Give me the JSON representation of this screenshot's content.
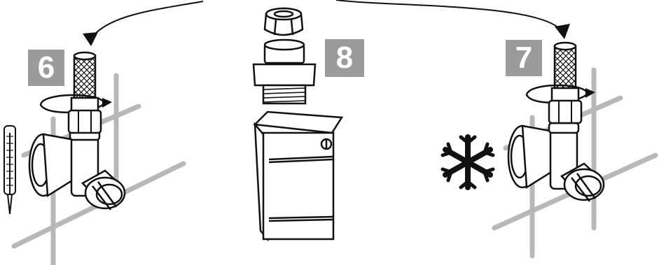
{
  "steps": [
    {
      "number": "6",
      "label": ""
    },
    {
      "number": "8",
      "label": ""
    },
    {
      "number": "7",
      "label": ""
    }
  ],
  "icons": [
    "thermometer-icon",
    "snowflake-icon",
    "boiler-unit",
    "compression-nut",
    "threaded-fitting",
    "hose-connection"
  ],
  "colors": {
    "badge": "#9b9b9b",
    "pipe": "#b9b9b9",
    "line": "#111111"
  }
}
